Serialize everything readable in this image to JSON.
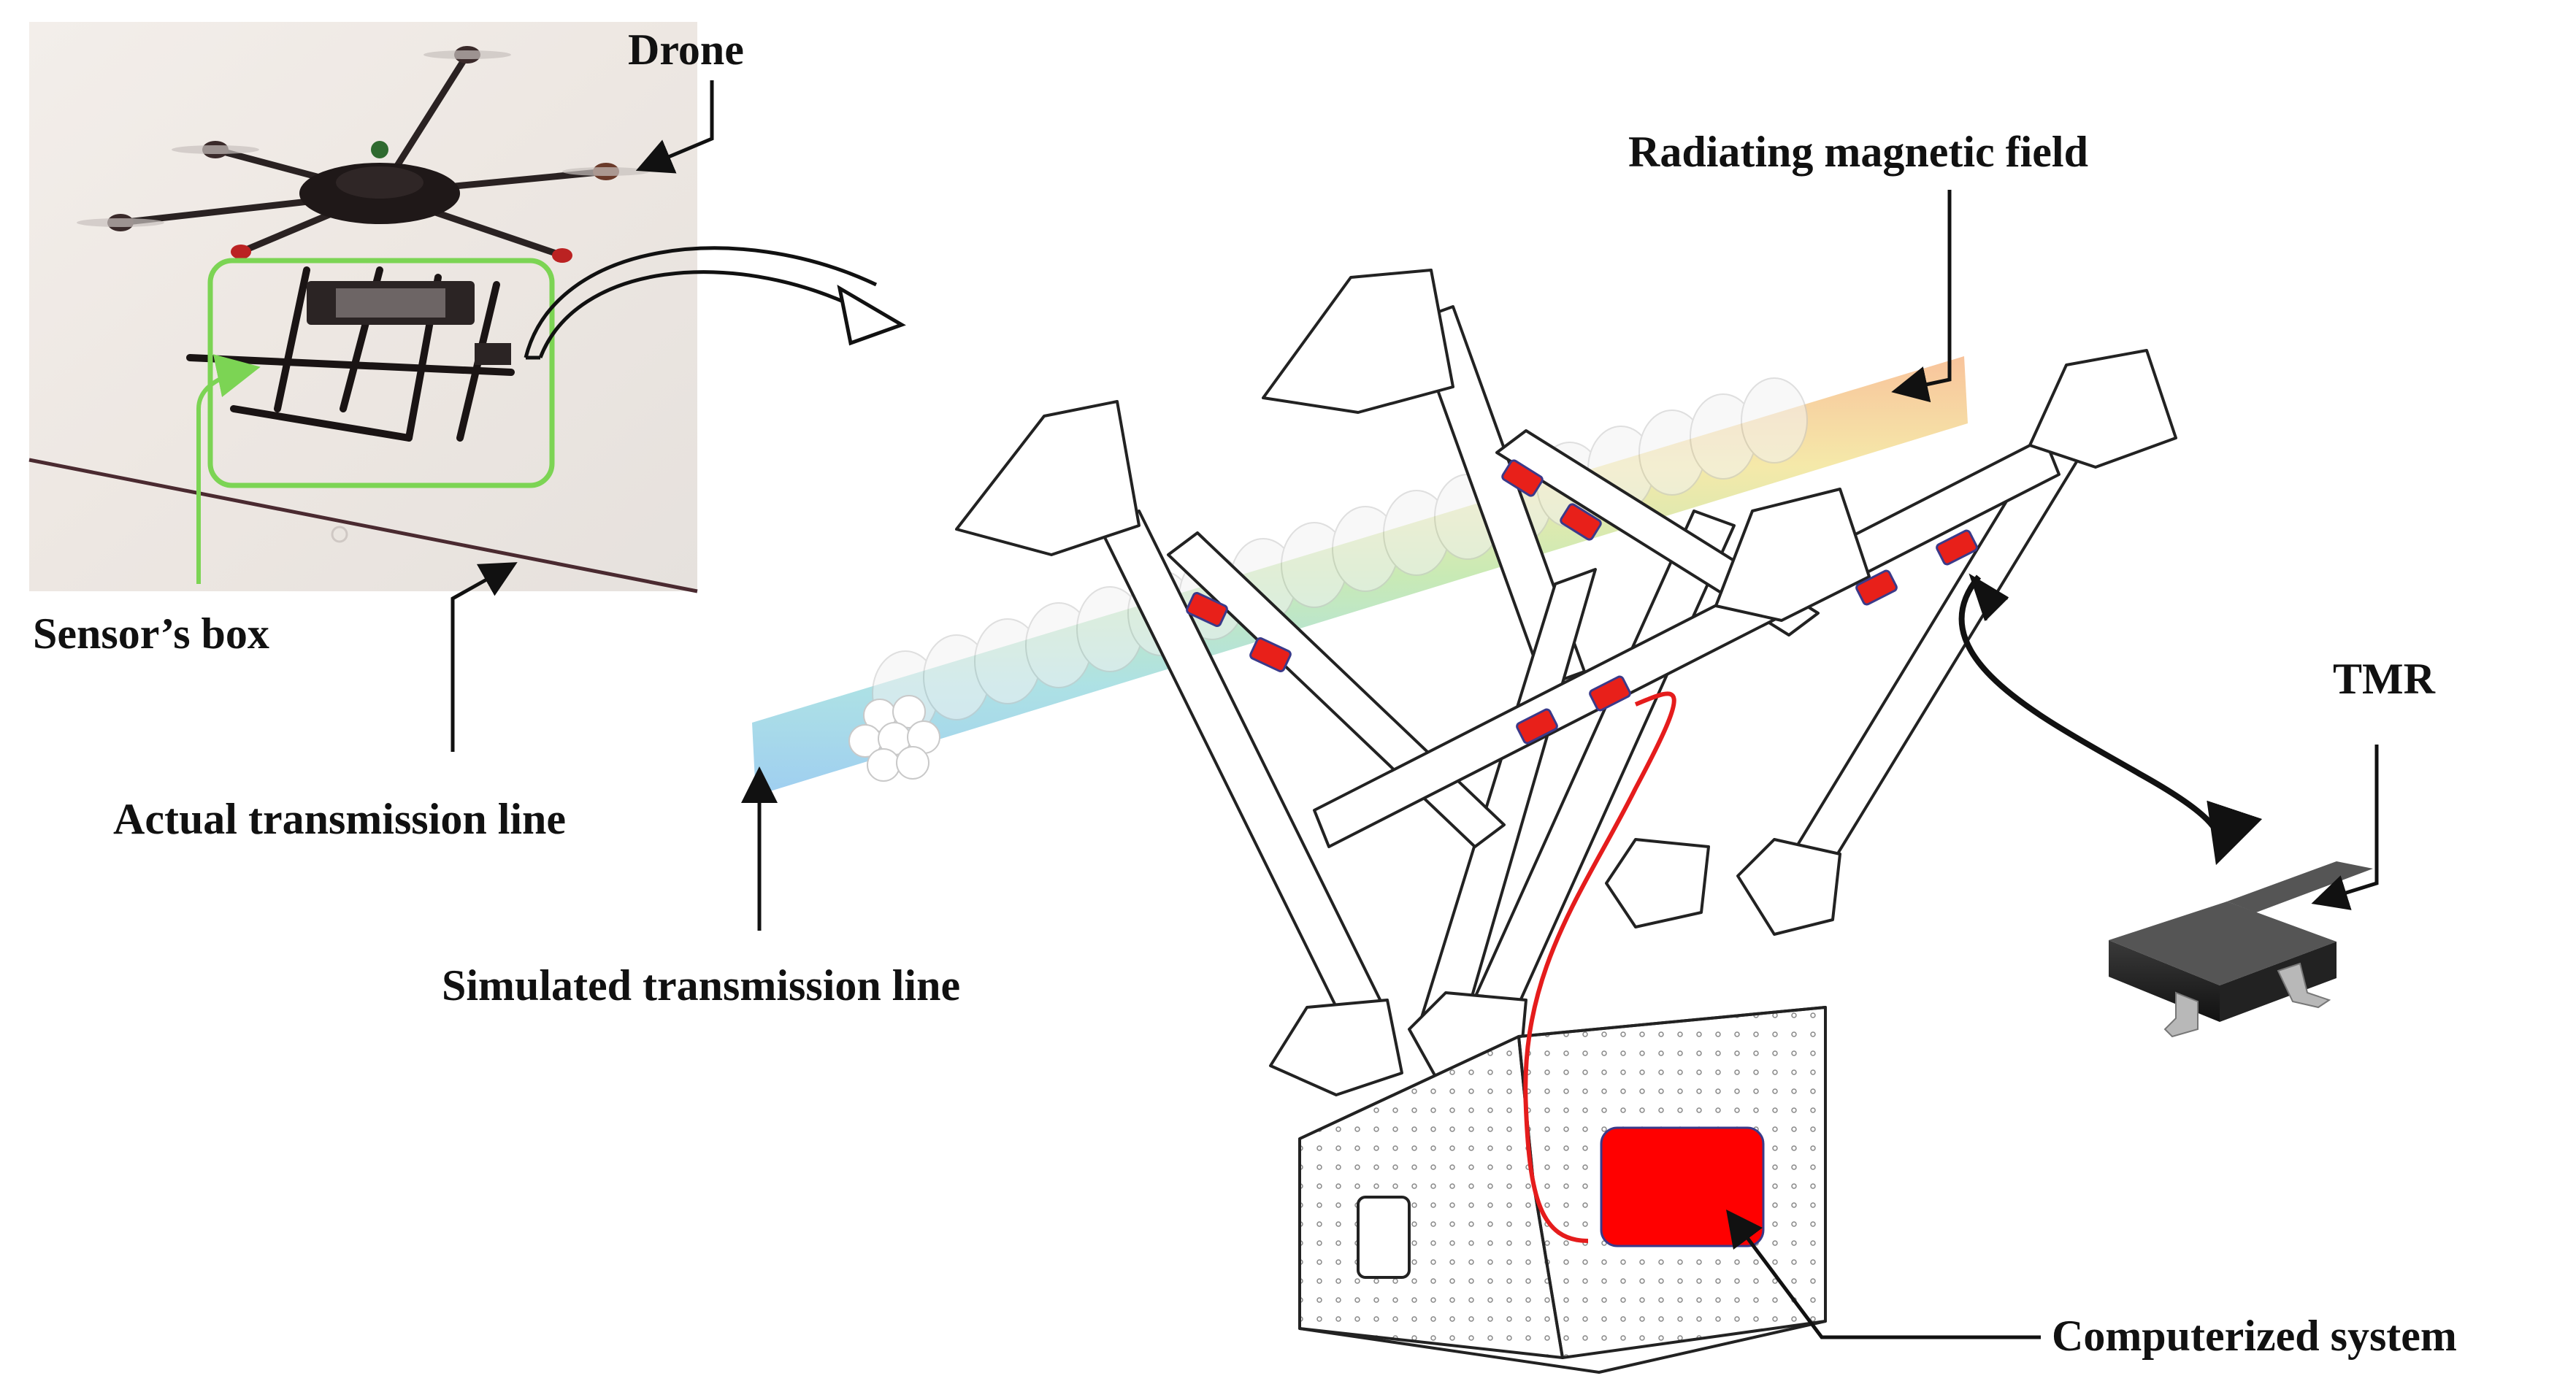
{
  "figure": {
    "labels": {
      "drone": "Drone",
      "radiating_field": "Radiating magnetic field",
      "sensor_box": "Sensor’s box",
      "actual_line": "Actual transmission line",
      "simulated_line": "Simulated transmission line",
      "tmr": "TMR",
      "computerized_system": "Computerized system"
    },
    "colors": {
      "sensor_box_highlight": "#7cd454",
      "sensor_marker": "#e8201a",
      "computer_block": "#ff0000",
      "cable": "#e51c1c",
      "arrow": "#111111"
    },
    "icons": [
      "drone-photo",
      "sensor-box-frame",
      "tmr-chip-icon",
      "magnetic-field-gradient"
    ]
  }
}
